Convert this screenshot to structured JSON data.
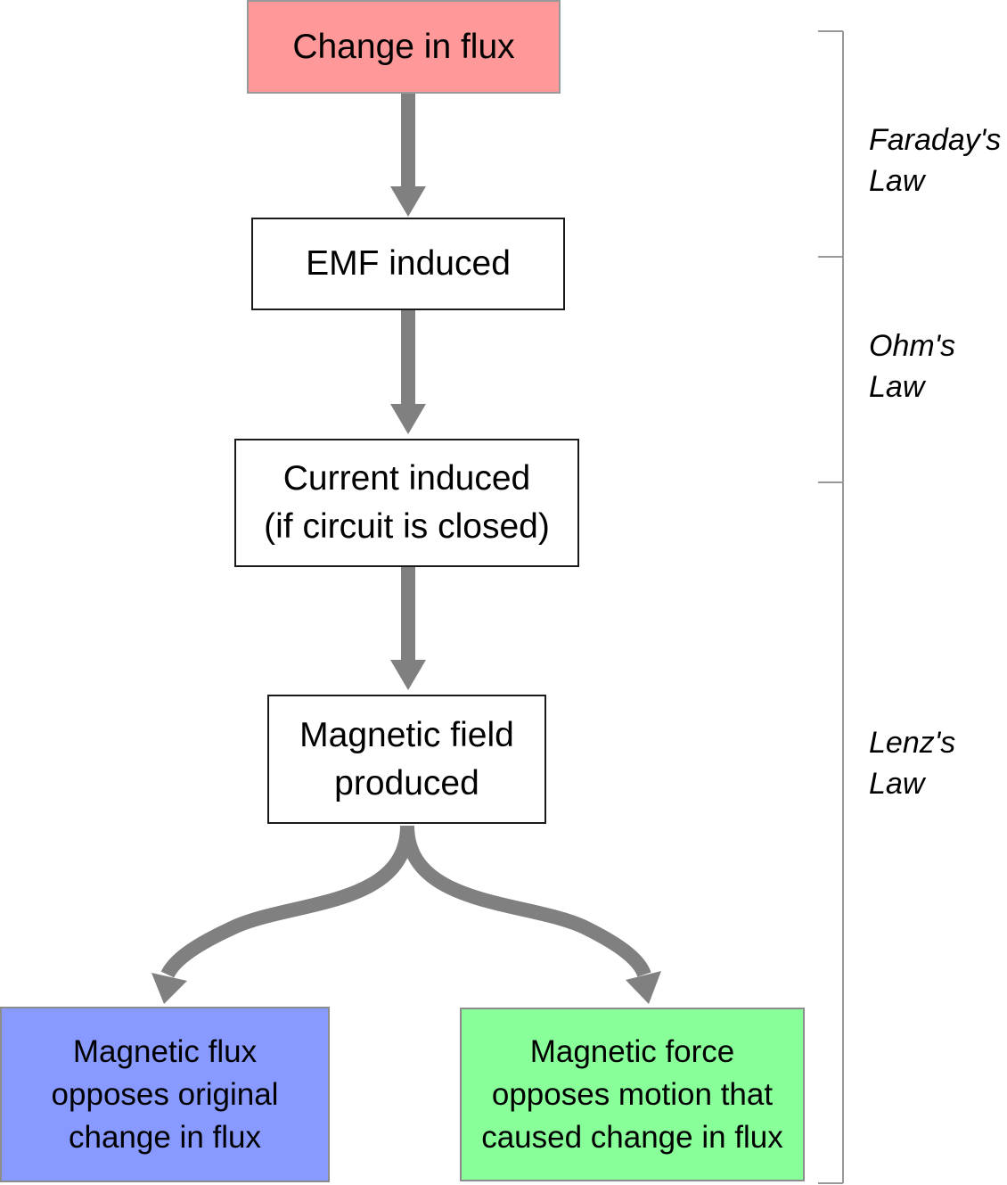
{
  "diagram": {
    "nodes": {
      "change_in_flux": {
        "line1": "Change in flux",
        "fill": "#ff9999"
      },
      "emf_induced": {
        "line1": "EMF induced",
        "fill": "#ffffff"
      },
      "current_induced": {
        "line1": "Current induced",
        "line2": "(if circuit is closed)",
        "fill": "#ffffff"
      },
      "magnetic_field": {
        "line1": "Magnetic field",
        "line2": "produced",
        "fill": "#ffffff"
      },
      "flux_opposes": {
        "line1": "Magnetic flux",
        "line2": "opposes original",
        "line3": "change in flux",
        "fill": "#8899ff"
      },
      "force_opposes": {
        "line1": "Magnetic force",
        "line2": "opposes motion that",
        "line3": "caused change in flux",
        "fill": "#88ff99"
      }
    },
    "edges": [
      {
        "from": "change_in_flux",
        "to": "emf_induced"
      },
      {
        "from": "emf_induced",
        "to": "current_induced"
      },
      {
        "from": "current_induced",
        "to": "magnetic_field"
      },
      {
        "from": "magnetic_field",
        "to": "flux_opposes"
      },
      {
        "from": "magnetic_field",
        "to": "force_opposes"
      }
    ],
    "laws": {
      "faraday": {
        "line1": "Faraday's",
        "line2": "Law"
      },
      "ohm": {
        "line1": "Ohm's",
        "line2": "Law"
      },
      "lenz": {
        "line1": "Lenz's",
        "line2": "Law"
      }
    },
    "colors": {
      "arrow": "#808080",
      "bracket": "#999999"
    }
  }
}
